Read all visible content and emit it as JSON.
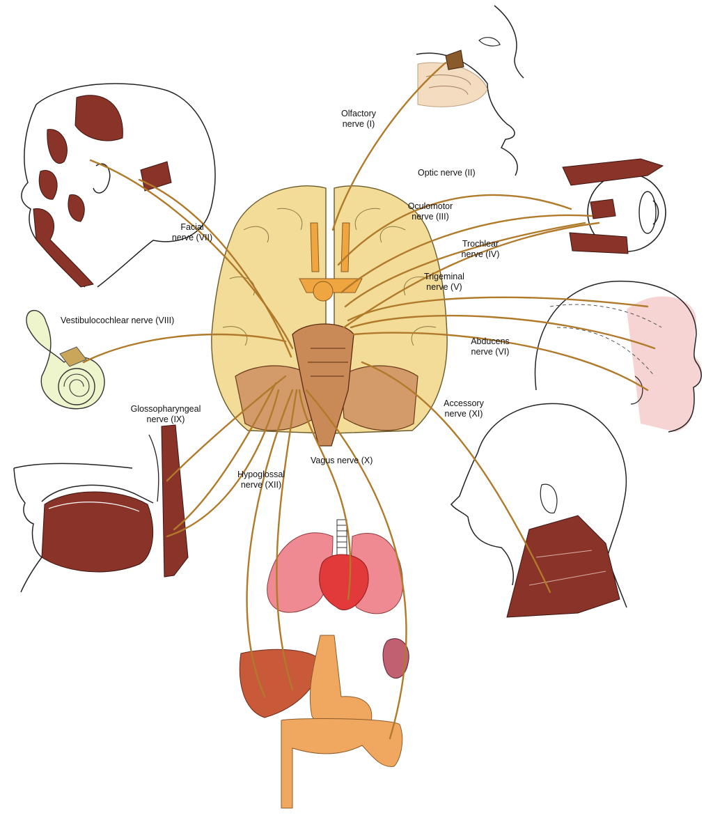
{
  "labels": {
    "olfactory_1": "Olfactory",
    "olfactory_2": "nerve (I)",
    "optic": "Optic nerve (II)",
    "oculomotor_1": "Oculomotor",
    "oculomotor_2": "nerve (III)",
    "trochlear_1": "Trochlear",
    "trochlear_2": "nerve (IV)",
    "trigeminal_1": "Trigeminal",
    "trigeminal_2": "nerve (V)",
    "abducens_1": "Abducens",
    "abducens_2": "nerve (VI)",
    "facial_1": "Facial",
    "facial_2": "nerve (VII)",
    "vestibulocochlear": "Vestibulocochlear nerve (VIII)",
    "glossopharyngeal_1": "Glossopharyngeal",
    "glossopharyngeal_2": "nerve (IX)",
    "vagus": "Vagus nerve (X)",
    "accessory_1": "Accessory",
    "accessory_2": "nerve (XI)",
    "hypoglossal_1": "Hypoglossal",
    "hypoglossal_2": "nerve (XII)"
  },
  "colors": {
    "nerve": "#b07a2a",
    "brain": "#f2dc98",
    "brainstem": "#c98a58",
    "cerebellum": "#d39a6a",
    "tract": "#f0a640",
    "muscle": "#8a3328",
    "lung": "#ef8a92",
    "heart": "#e23a3a",
    "liver": "#c85a3a",
    "stomach": "#f0a860",
    "kidney": "#c06070",
    "inner_ear": "#eef4cc",
    "skin_tint": "#f7d4d4"
  }
}
